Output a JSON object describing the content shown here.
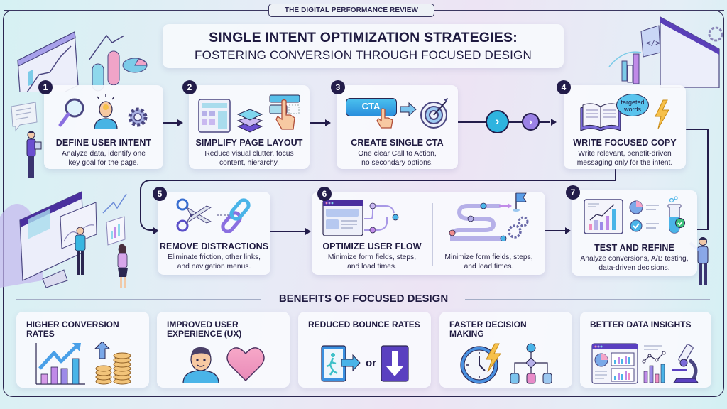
{
  "header": {
    "masthead": "THE DIGITAL PERFORMANCE REVIEW",
    "title": "SINGLE INTENT OPTIMIZATION STRATEGIES:",
    "subtitle": "FOSTERING CONVERSION THROUGH FOCUSED DESIGN"
  },
  "steps": [
    {
      "number": "1",
      "title": "DEFINE USER INTENT",
      "desc_line1": "Analyze data, identify one",
      "desc_line2": "key goal for the page.",
      "icons": [
        "magnifier-icon",
        "lightbulb-head-icon",
        "gear-icon"
      ]
    },
    {
      "number": "2",
      "title": "SIMPLIFY PAGE LAYOUT",
      "desc_line1": "Reduce visual clutter, focus",
      "desc_line2": "content, hierarchy.",
      "icons": [
        "layout-grid-icon",
        "layers-icon",
        "hand-pointer-icon"
      ]
    },
    {
      "number": "3",
      "title": "CREATE SINGLE CTA",
      "desc_line1": "One clear Call to Action,",
      "desc_line2": "no secondary options.",
      "cta_label": "CTA",
      "icons": [
        "cta-button-icon",
        "arrow-right-icon",
        "target-icon"
      ]
    },
    {
      "number": "4",
      "title": "WRITE FOCUSED COPY",
      "desc_line1": "Write relevant, benefit-driven",
      "desc_line2": "messaging only for the intent.",
      "bubble_line1": "targeted",
      "bubble_line2": "words",
      "icons": [
        "open-book-icon",
        "speech-bubble-icon",
        "lightning-icon"
      ]
    },
    {
      "number": "5",
      "title": "REMOVE DISTRACTIONS",
      "desc_line1": "Eliminate friction, other links,",
      "desc_line2": "and navigation menus.",
      "icons": [
        "scissors-icon",
        "chain-link-icon"
      ]
    },
    {
      "number": "6",
      "title": "OPTIMIZE USER FLOW",
      "desc_line1": "Minimize form fields, steps,",
      "desc_line2": "and load times.",
      "desc2_line1": "Minimize form fields, steps,",
      "desc2_line2": "and load times.",
      "icons": [
        "browser-flow-icon",
        "winding-path-flag-icon",
        "gears-icon"
      ]
    },
    {
      "number": "7",
      "title": "TEST AND REFINE",
      "desc_line1": "Analyze conversions, A/B testing,",
      "desc_line2": "data-driven decisions.",
      "icons": [
        "bar-chart-icon",
        "pie-check-list-icon",
        "test-tube-icon"
      ]
    }
  ],
  "benefits": {
    "heading": "BENEFITS OF FOCUSED DESIGN",
    "items": [
      {
        "title": "HIGHER CONVERSION RATES",
        "icons": [
          "growth-chart-icon",
          "coins-icon"
        ]
      },
      {
        "title": "IMPROVED USER EXPERIENCE (UX)",
        "icons": [
          "user-avatar-icon",
          "heart-icon"
        ]
      },
      {
        "title": "REDUCED BOUNCE RATES",
        "or_label": "or",
        "icons": [
          "exit-door-icon",
          "down-arrow-icon"
        ]
      },
      {
        "title": "FASTER DECISION MAKING",
        "icons": [
          "clock-lightning-icon",
          "decision-tree-icon"
        ]
      },
      {
        "title": "BETTER DATA INSIGHTS",
        "icons": [
          "dashboard-icon",
          "line-bar-chart-icon",
          "microscope-icon"
        ]
      }
    ]
  },
  "colors": {
    "navy": "#231c4a",
    "cyan": "#38b6e0",
    "purple": "#8a6fe0",
    "pink": "#f08cc0",
    "gold": "#f6c04a"
  }
}
